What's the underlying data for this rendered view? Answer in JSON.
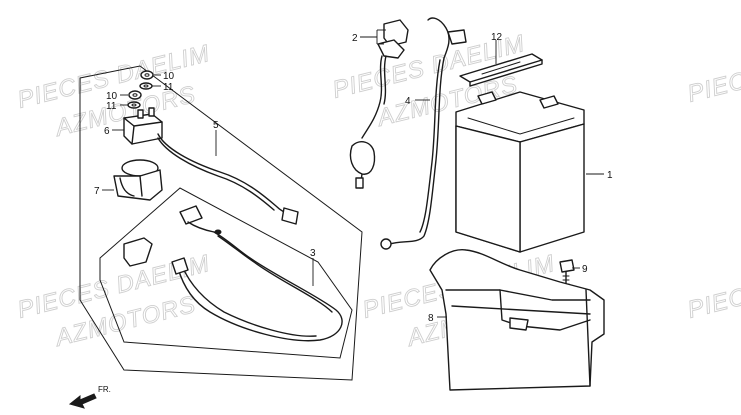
{
  "watermark": {
    "line1": "PIECES DAELIM",
    "line2": "AZMOTORS"
  },
  "callouts": {
    "p1": "1",
    "p2": "2",
    "p3": "3",
    "p4": "4",
    "p5": "5",
    "p6": "6",
    "p7": "7",
    "p8": "8",
    "p9": "9",
    "p10": "10",
    "p11a": "11",
    "p10b": "10",
    "p11b": "11",
    "p12": "12"
  },
  "direction": {
    "label": "FR."
  }
}
